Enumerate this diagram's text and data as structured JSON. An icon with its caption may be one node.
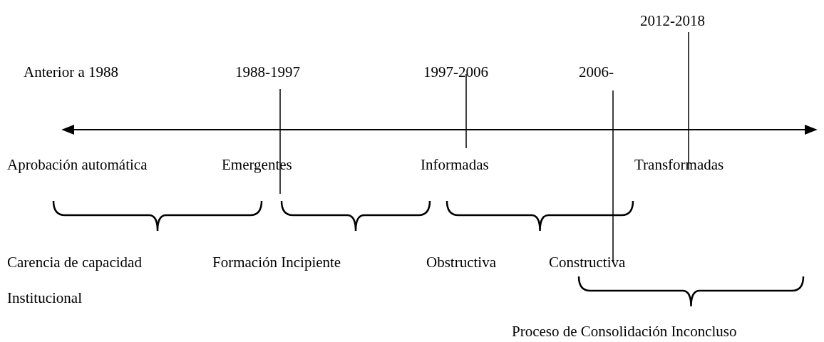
{
  "diagram": {
    "labels": [
      "2012-2018",
      "Anterior a 1988",
      "1988-1997",
      "1997-2006",
      "2006-",
      "Aprobación automática",
      "Emergentes",
      "Informadas",
      "Transformadas",
      "Carencia de capacidad Institucional",
      "Formación Incipiente",
      "Obstructiva",
      "Constructiva",
      "Proceso de Consolidación Inconcluso"
    ]
  }
}
